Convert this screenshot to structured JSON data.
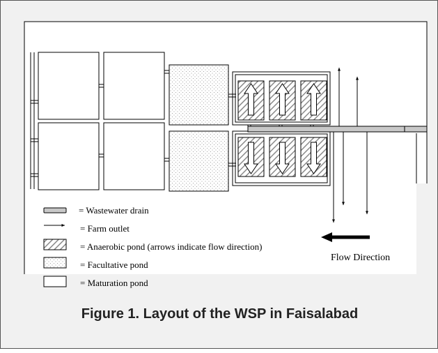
{
  "legend": [
    {
      "symbol": "wastewater-drain",
      "label": "= Wastewater drain"
    },
    {
      "symbol": "farm-outlet",
      "label": "= Farm outlet"
    },
    {
      "symbol": "anaerobic-pond",
      "label": "= Anaerobic pond (arrows indicate flow direction)"
    },
    {
      "symbol": "facultative-pond",
      "label": "= Facultative pond"
    },
    {
      "symbol": "maturation-pond",
      "label": "= Maturation pond"
    }
  ],
  "flow_direction_label": "Flow Direction",
  "caption": "Figure 1. Layout of the WSP in Faisalabad",
  "colors": {
    "background": "#f1f1f1",
    "diagram_bg": "#ffffff",
    "line": "#000000",
    "drain_fill": "#c8c8c8",
    "anaerobic_hatch": "#8a8a8a"
  }
}
